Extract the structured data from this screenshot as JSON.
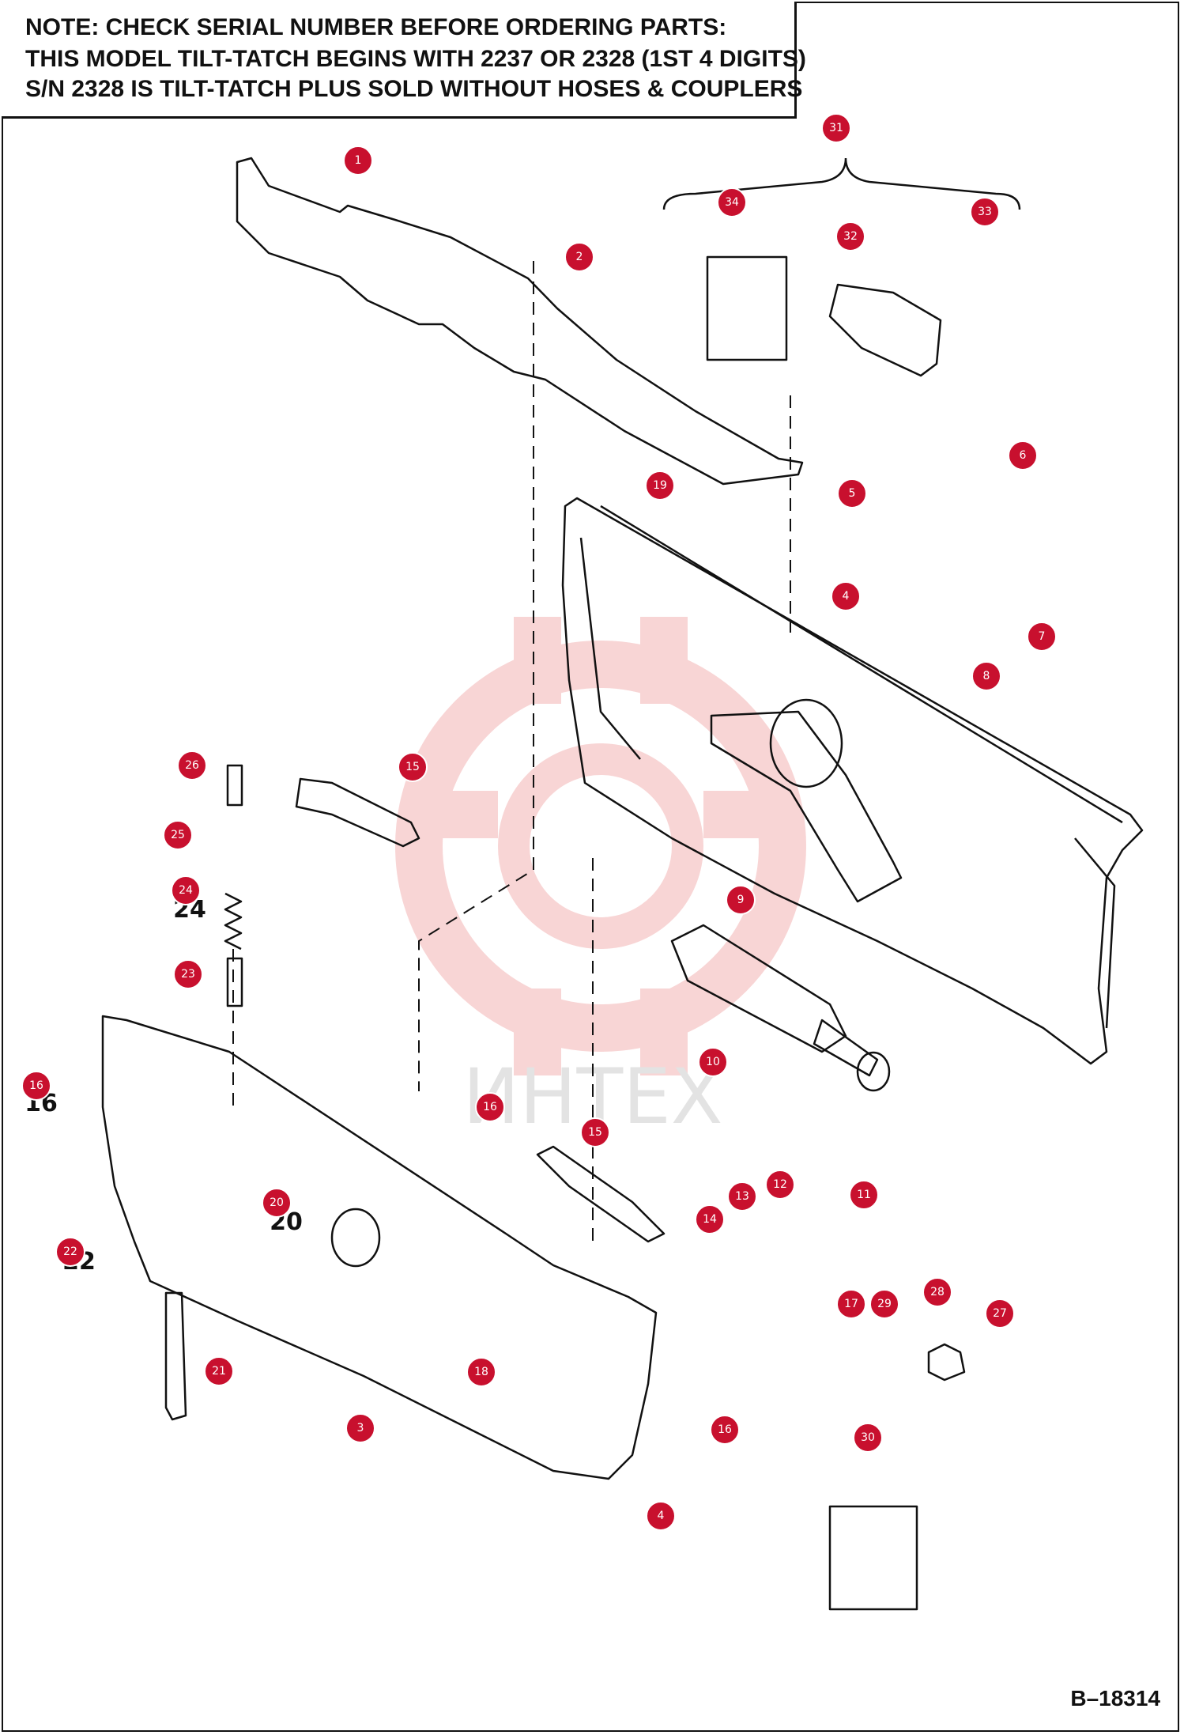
{
  "note": {
    "line1": "NOTE: CHECK SERIAL NUMBER BEFORE ORDERING PARTS:",
    "line2": "THIS MODEL TILT-TATCH BEGINS WITH 2237 OR 2328  (1ST 4 DIGITS)",
    "line3": "S/N 2328 IS TILT-TATCH PLUS SOLD WITHOUT HOSES & COUPLERS"
  },
  "drawing_number": "B–18314",
  "watermark": {
    "logo_text": "ИНТЕХ",
    "color": "#f3b3b3"
  },
  "colors": {
    "callout": "#c8102e",
    "line": "#111111"
  },
  "callouts": [
    {
      "id": "c1",
      "label": "1"
    },
    {
      "id": "c2",
      "label": "2"
    },
    {
      "id": "c3",
      "label": "3"
    },
    {
      "id": "c4a",
      "label": "4"
    },
    {
      "id": "c4b",
      "label": "4"
    },
    {
      "id": "c5",
      "label": "5"
    },
    {
      "id": "c6",
      "label": "6"
    },
    {
      "id": "c7",
      "label": "7"
    },
    {
      "id": "c8",
      "label": "8"
    },
    {
      "id": "c9",
      "label": "9"
    },
    {
      "id": "c10",
      "label": "10"
    },
    {
      "id": "c11",
      "label": "11"
    },
    {
      "id": "c12",
      "label": "12"
    },
    {
      "id": "c13",
      "label": "13"
    },
    {
      "id": "c14",
      "label": "14"
    },
    {
      "id": "c15a",
      "label": "15"
    },
    {
      "id": "c15b",
      "label": "15"
    },
    {
      "id": "c16a",
      "label": "16"
    },
    {
      "id": "c16b",
      "label": "16"
    },
    {
      "id": "c16c",
      "label": "16"
    },
    {
      "id": "c17",
      "label": "17"
    },
    {
      "id": "c18",
      "label": "18"
    },
    {
      "id": "c19",
      "label": "19"
    },
    {
      "id": "c20",
      "label": "20"
    },
    {
      "id": "c21",
      "label": "21"
    },
    {
      "id": "c22",
      "label": "22"
    },
    {
      "id": "c23",
      "label": "23"
    },
    {
      "id": "c24",
      "label": "24"
    },
    {
      "id": "c25",
      "label": "25"
    },
    {
      "id": "c26",
      "label": "26"
    },
    {
      "id": "c27",
      "label": "27"
    },
    {
      "id": "c28",
      "label": "28"
    },
    {
      "id": "c29",
      "label": "29"
    },
    {
      "id": "c30",
      "label": "30"
    },
    {
      "id": "c31",
      "label": "31"
    },
    {
      "id": "c32",
      "label": "32"
    },
    {
      "id": "c33",
      "label": "33"
    },
    {
      "id": "c34",
      "label": "34"
    }
  ],
  "printed_numbers": [
    {
      "id": "p16",
      "label": "16"
    },
    {
      "id": "p20",
      "label": "20"
    },
    {
      "id": "p22",
      "label": "22"
    },
    {
      "id": "p24",
      "label": "24"
    }
  ]
}
